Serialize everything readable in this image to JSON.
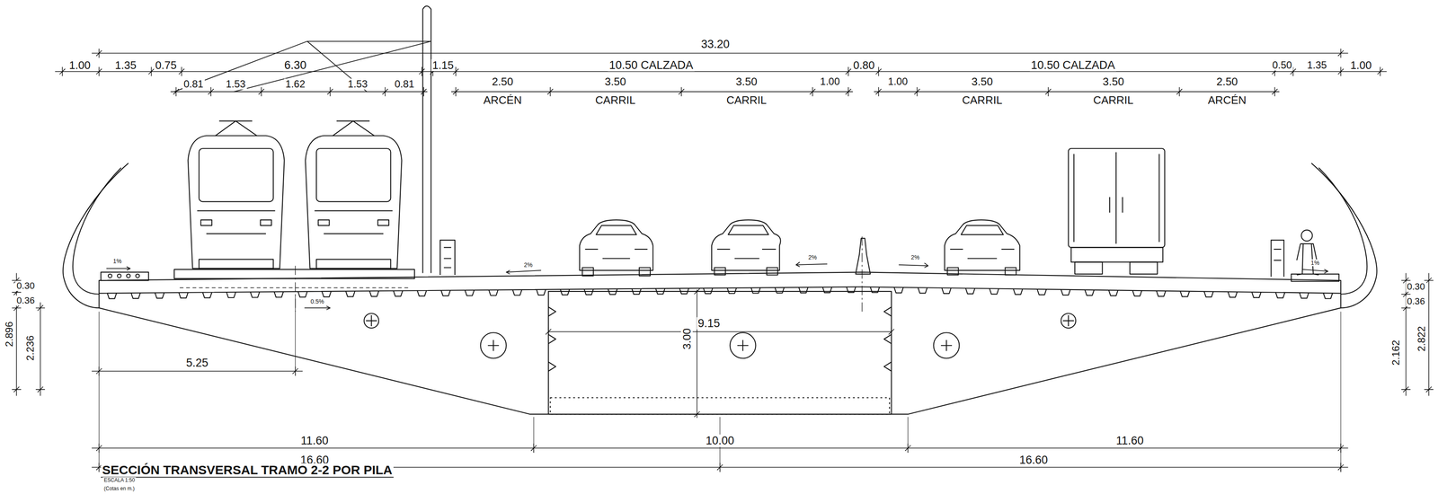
{
  "diagram": {
    "title": "SECCIÓN TRANSVERSAL TRAMO 2-2 POR PILA",
    "caption": "ESCALA 1:50",
    "labels": [
      "33.20",
      "1.00",
      "1.35",
      "0.75",
      "6.30",
      "1.15",
      "10.50 CALZADA",
      "0.80",
      "10.50 CALZADA",
      "0.50",
      "1.35",
      "1.00",
      "0.81",
      "1.53",
      "1.62",
      "1.53",
      "0.81",
      "2.50",
      "3.50",
      "3.50",
      "1.00",
      "1.00",
      "3.50",
      "3.50",
      "2.50",
      "ARCÉN",
      "CARRIL",
      "CARRIL",
      "CARRIL",
      "CARRIL",
      "ARCÉN",
      "1%",
      "2%",
      "2%",
      "2%",
      "1%",
      "0.5%",
      "0.30",
      "0.36",
      "2.896",
      "2.236",
      "0.30",
      "0.36",
      "2.162",
      "2.822",
      "9.15",
      "3.00",
      "5.25",
      "11.60",
      "10.00",
      "11.60",
      "16.60",
      "16.60",
      "(Cotas en m.)"
    ]
  }
}
